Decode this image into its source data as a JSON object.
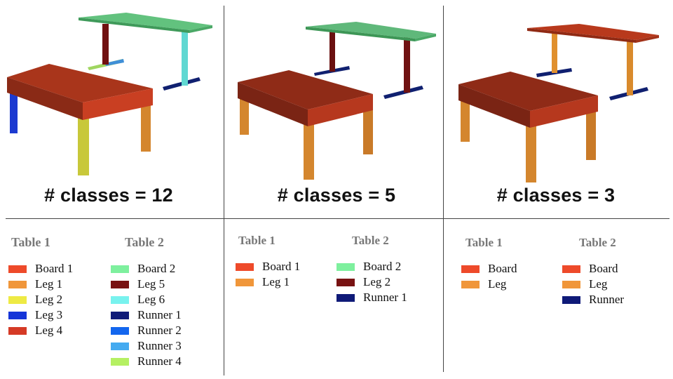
{
  "panels": [
    {
      "caption": "# classes = 12",
      "table1": {
        "title": "Table 1",
        "items": [
          {
            "label": "Board 1",
            "color": "#ee4a2a"
          },
          {
            "label": "Leg 1",
            "color": "#f0963a"
          },
          {
            "label": "Leg 2",
            "color": "#eeea44"
          },
          {
            "label": "Leg 3",
            "color": "#1535d8"
          },
          {
            "label": "Leg 4",
            "color": "#d53a26"
          }
        ]
      },
      "table2": {
        "title": "Table 2",
        "items": [
          {
            "label": "Board 2",
            "color": "#7ef09e"
          },
          {
            "label": "Leg 5",
            "color": "#781212"
          },
          {
            "label": "Leg 6",
            "color": "#78f2ee"
          },
          {
            "label": "Runner 1",
            "color": "#0f1a78"
          },
          {
            "label": "Runner 2",
            "color": "#1366ee"
          },
          {
            "label": "Runner 3",
            "color": "#44aaf0"
          },
          {
            "label": "Runner 4",
            "color": "#b5f062"
          }
        ]
      }
    },
    {
      "caption": "# classes = 5",
      "table1": {
        "title": "Table 1",
        "items": [
          {
            "label": "Board 1",
            "color": "#ee4a2a"
          },
          {
            "label": "Leg 1",
            "color": "#f0963a"
          }
        ]
      },
      "table2": {
        "title": "Table 2",
        "items": [
          {
            "label": "Board 2",
            "color": "#7ef09e"
          },
          {
            "label": "Leg 2",
            "color": "#781212"
          },
          {
            "label": "Runner 1",
            "color": "#0f1a78"
          }
        ]
      }
    },
    {
      "caption": "# classes = 3",
      "table1": {
        "title": "Table 1",
        "items": [
          {
            "label": "Board",
            "color": "#ee4a2a"
          },
          {
            "label": "Leg",
            "color": "#f0963a"
          }
        ]
      },
      "table2": {
        "title": "Table 2",
        "items": [
          {
            "label": "Board",
            "color": "#ee4a2a"
          },
          {
            "label": "Leg",
            "color": "#f0963a"
          },
          {
            "label": "Runner",
            "color": "#0f1a78"
          }
        ]
      }
    }
  ]
}
